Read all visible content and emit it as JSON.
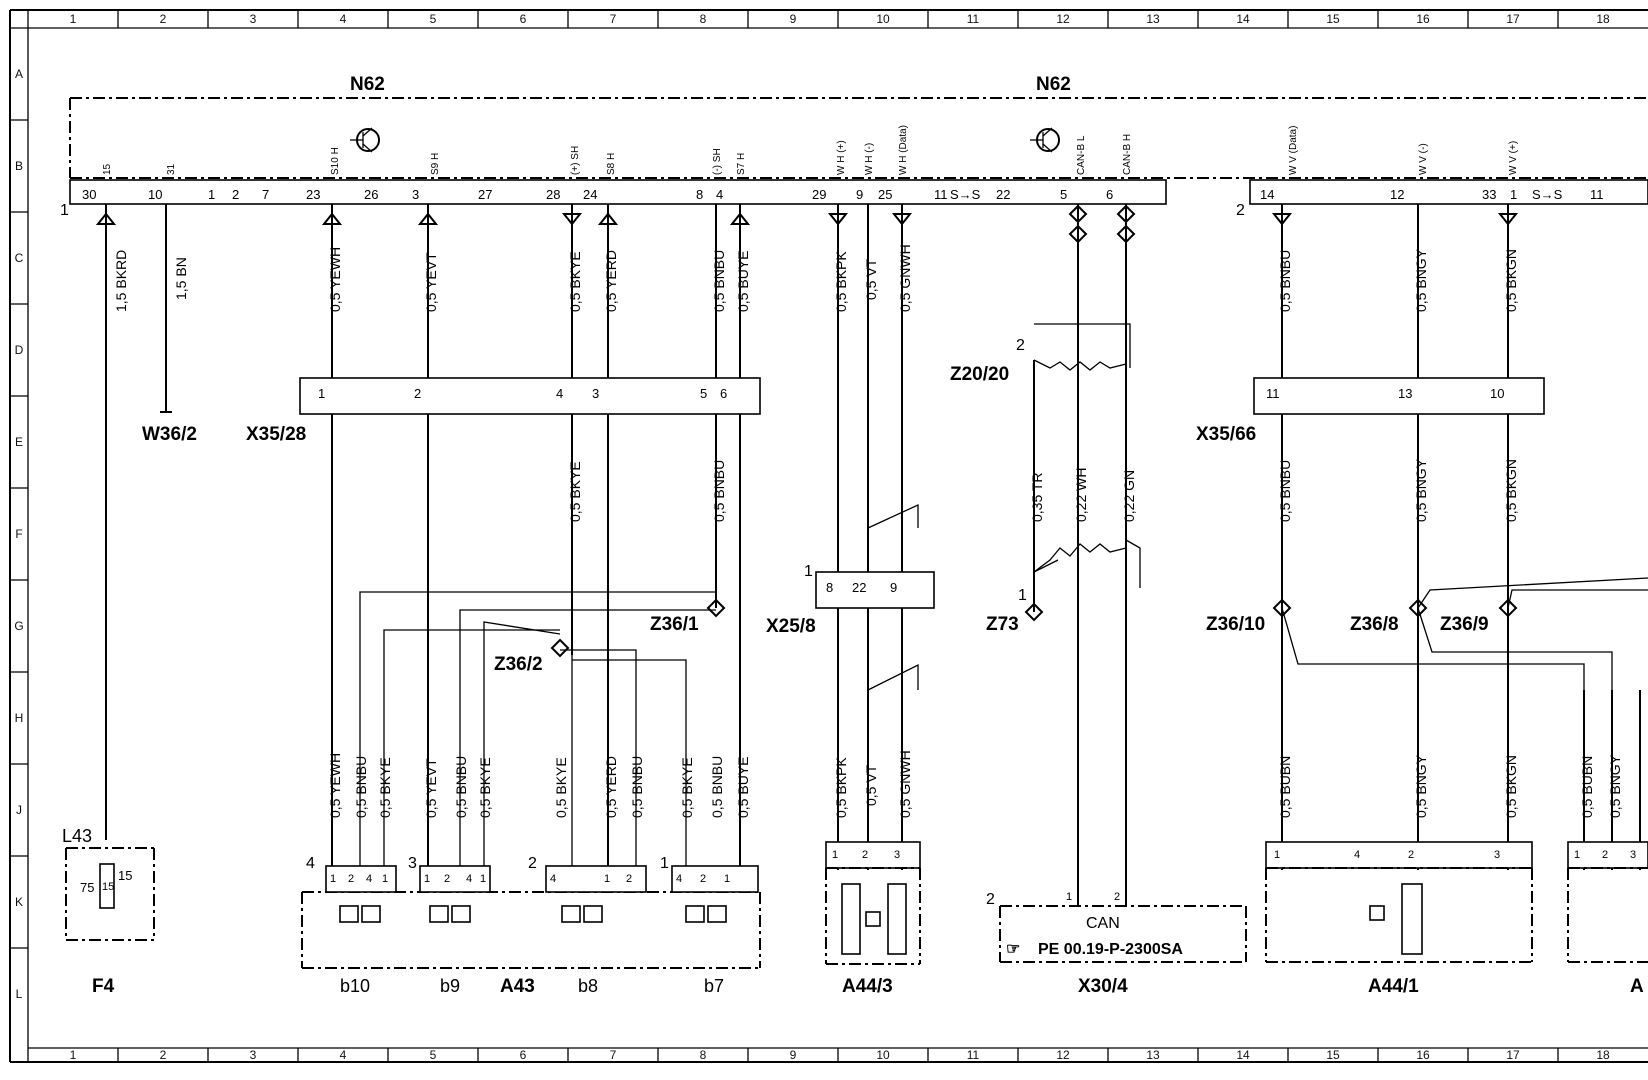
{
  "grid": {
    "columns": [
      "1",
      "2",
      "3",
      "4",
      "5",
      "6",
      "7",
      "8",
      "9",
      "10",
      "11",
      "12",
      "13",
      "14",
      "15",
      "16",
      "17",
      "18"
    ],
    "rows": [
      "A",
      "B",
      "C",
      "D",
      "E",
      "F",
      "G",
      "H",
      "J",
      "K",
      "L"
    ]
  },
  "components": {
    "n62_left": "N62",
    "n62_right": "N62",
    "w36_2": "W36/2",
    "x35_28": "X35/28",
    "x35_66": "X35/66",
    "x25_8": "X25/8",
    "z20_20": "Z20/20",
    "z73": "Z73",
    "z36_1": "Z36/1",
    "z36_2": "Z36/2",
    "z36_10": "Z36/10",
    "z36_8": "Z36/8",
    "z36_9": "Z36/9",
    "f4": "F4",
    "l43": "L43",
    "b10": "b10",
    "b9": "b9",
    "a43": "A43",
    "b8": "b8",
    "b7": "b7",
    "a44_3": "A44/3",
    "x30_4": "X30/4",
    "a44_1": "A44/1",
    "a_cut": "A"
  },
  "n62_pins": [
    "30",
    "10",
    "1",
    "2",
    "7",
    "23",
    "26",
    "3",
    "27",
    "28",
    "24",
    "8",
    "4",
    "29",
    "9",
    "25",
    "11",
    "22",
    "5",
    "6",
    "14",
    "12",
    "33",
    "1",
    "11"
  ],
  "n62_signals": [
    "15",
    "31",
    "S10 H",
    "S9 H",
    "(+) SH",
    "S8 H",
    "(-) SH",
    "S7 H",
    "W H (+)",
    "W H (-)",
    "W H (Data)",
    "CAN-B L",
    "CAN-B H",
    "W V (Data)",
    "W V (-)",
    "W V (+)"
  ],
  "shield_labels": [
    "S→S",
    "S→S"
  ],
  "wires_top": [
    "1,5 BKRD",
    "1,5 BN",
    "0,5 YEWH",
    "0,5 YEVT",
    "0,5 BKYE",
    "0,5 YERD",
    "0,5 BNBU",
    "0,5 BUYE",
    "0,5 BKPK",
    "0,5 VT",
    "0,5 GNWH",
    "0,35 TR",
    "0,22 WH",
    "0,22 GN",
    "0,5 BNBU",
    "0,5 BNGY",
    "0,5 BKGN"
  ],
  "wires_mid": [
    "0,5 BKYE",
    "0,5 BNBU",
    "0,5 BNBU",
    "0,5 BNGY",
    "0,5 BKGN"
  ],
  "wires_bottom": [
    "0,5 YEWH",
    "0,5 BNBU",
    "0,5 BKYE",
    "0,5 YEVT",
    "0,5 BNBU",
    "0,5 BKYE",
    "0,5 BKYE",
    "0,5 YERD",
    "0,5 BNBU",
    "0,5 BKYE",
    "0,5 BNBU",
    "0,5 BUYE",
    "0,5 BKPK",
    "0,5 VT",
    "0,5 GNWH",
    "0,5 BUBN",
    "0,5 BNGY",
    "0,5 BKGN",
    "0,5 BUBN",
    "0,5 BNGY"
  ],
  "connector_pins": {
    "x35_28": [
      "1",
      "2",
      "4",
      "3",
      "5",
      "6"
    ],
    "x35_66": [
      "11",
      "13",
      "10"
    ],
    "x25_8": [
      "8",
      "22",
      "9"
    ],
    "f4": [
      "75",
      "15",
      "15"
    ],
    "b10": [
      "4",
      "1",
      "2",
      "4",
      "1"
    ],
    "b9": [
      "3",
      "1",
      "2",
      "4",
      "1"
    ],
    "b8": [
      "2",
      "4",
      "1",
      "2"
    ],
    "b7": [
      "1",
      "4",
      "2",
      "1"
    ],
    "a44_3": [
      "1",
      "2",
      "3"
    ],
    "x30_4": [
      "2",
      "1",
      "2"
    ],
    "a44_1": [
      "1",
      "4",
      "2",
      "3"
    ],
    "a44_cut": [
      "1",
      "2",
      "3"
    ],
    "n62_right_start": "2",
    "n62_left_start": "1",
    "z20_20_pin": "2",
    "z73_pin": "1",
    "x25_8_start": "1"
  },
  "can_box": {
    "title": "CAN",
    "reference": "PE 00.19-P-2300SA"
  }
}
